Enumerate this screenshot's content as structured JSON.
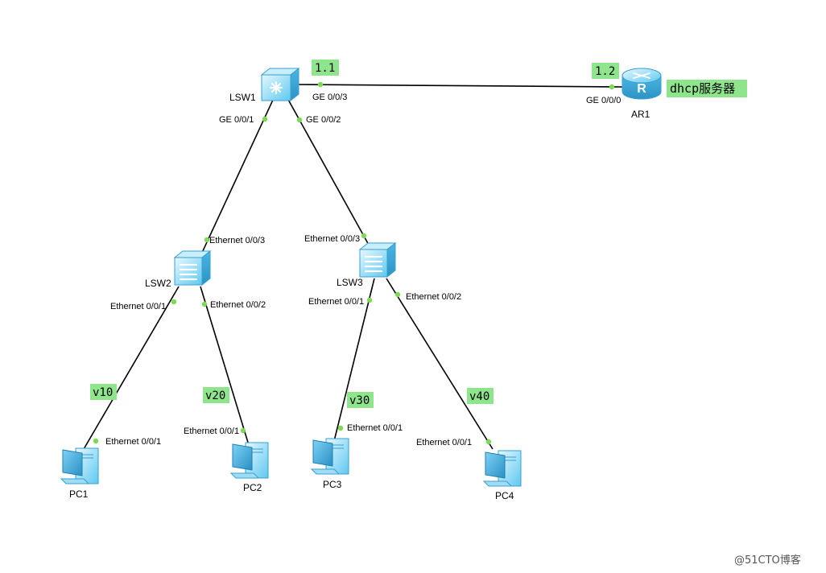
{
  "devices": {
    "lsw1": {
      "name": "LSW1",
      "kind": "l3-switch"
    },
    "lsw2": {
      "name": "LSW2",
      "kind": "l2-switch"
    },
    "lsw3": {
      "name": "LSW3",
      "kind": "l2-switch"
    },
    "ar1": {
      "name": "AR1",
      "kind": "router"
    },
    "pc1": {
      "name": "PC1",
      "kind": "pc"
    },
    "pc2": {
      "name": "PC2",
      "kind": "pc"
    },
    "pc3": {
      "name": "PC3",
      "kind": "pc"
    },
    "pc4": {
      "name": "PC4",
      "kind": "pc"
    }
  },
  "ports": {
    "lsw1_ge003": "GE 0/0/3",
    "lsw1_ge001": "GE 0/0/1",
    "lsw1_ge002": "GE 0/0/2",
    "ar1_ge000": "GE 0/0/0",
    "lsw2_eth003": "Ethernet 0/0/3",
    "lsw2_eth001": "Ethernet 0/0/1",
    "lsw2_eth002": "Ethernet 0/0/2",
    "lsw3_eth003": "Ethernet 0/0/3",
    "lsw3_eth001": "Ethernet 0/0/1",
    "lsw3_eth002": "Ethernet 0/0/2",
    "pc1_eth001": "Ethernet 0/0/1",
    "pc2_eth001": "Ethernet 0/0/1",
    "pc3_eth001": "Ethernet 0/0/1",
    "pc4_eth001": "Ethernet 0/0/1"
  },
  "tags": {
    "ip_lsw1": "1.1",
    "ip_ar1": "1.2",
    "dhcp": "dhcp服务器",
    "v10": "v10",
    "v20": "v20",
    "v30": "v30",
    "v40": "v40"
  },
  "watermark": "@51CTO博客",
  "colors": {
    "tag_bg": "#8ee58b",
    "port_dot": "#7ed957",
    "device_blue": "#5ec8f0"
  }
}
